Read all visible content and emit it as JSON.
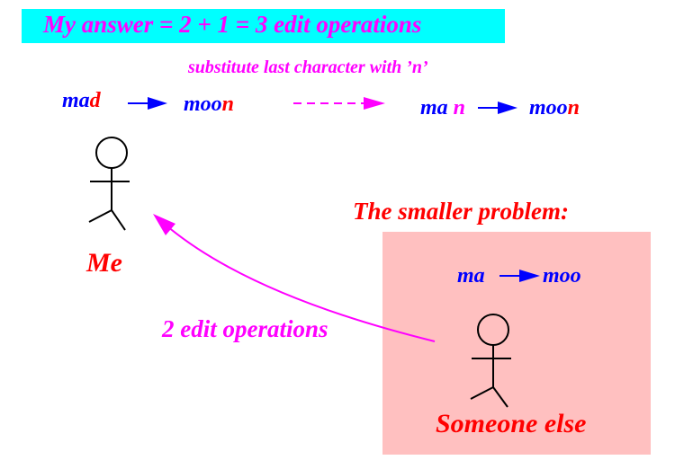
{
  "banner": {
    "text": "My answer = 2 + 1 = 3 edit operations",
    "bg_color": "#00ffff",
    "text_color": "#ff00ff"
  },
  "note": "substitute last character with ’n’",
  "top_row": {
    "word1_prefix": "ma",
    "word1_last": "d",
    "word2_prefix": "moo",
    "word2_last": "n",
    "word3_prefix": "ma",
    "word3_last": "n",
    "word4_prefix": "moo",
    "word4_last": "n"
  },
  "me_label": "Me",
  "smaller_problem": {
    "title": "The smaller problem:",
    "from": "ma",
    "to": "moo",
    "box_color": "#ffc0c0"
  },
  "someone_else_label": "Someone else",
  "edit_label": "2 edit operations",
  "colors": {
    "blue": "#0000ff",
    "red": "#ff0000",
    "magenta": "#ff00ff"
  }
}
